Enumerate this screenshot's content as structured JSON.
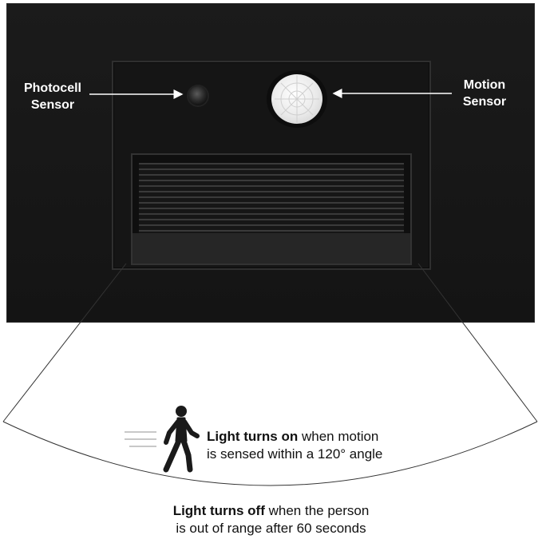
{
  "sensor_labels": {
    "photocell_line1": "Photocell",
    "photocell_line2": "Sensor",
    "motion_line1": "Motion",
    "motion_line2": "Sensor"
  },
  "motion_caption": {
    "bold": "Light turns on",
    "rest_line1": " when motion",
    "line2": "is sensed within a 120° angle"
  },
  "off_caption": {
    "bold": "Light turns off",
    "rest_line1": " when the person",
    "line2": "is out of range after 60 seconds"
  },
  "icons": [
    "photocell-sensor-icon",
    "motion-sensor-icon",
    "walking-person-icon"
  ],
  "colors": {
    "plate": "#161616",
    "label_text": "#ffffff",
    "caption_text": "#111111",
    "lens": "#e9e9e9"
  }
}
